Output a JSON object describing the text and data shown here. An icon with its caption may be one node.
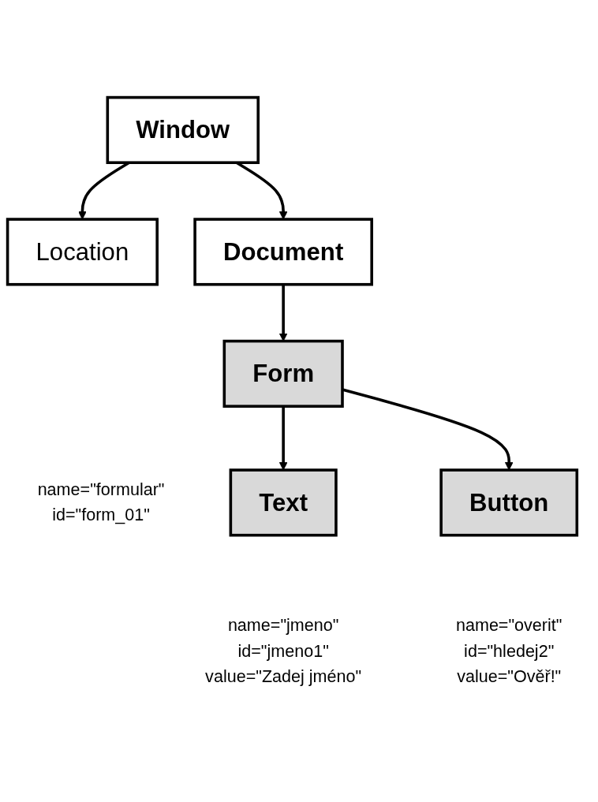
{
  "diagram": {
    "nodes": [
      {
        "text": [
          "Window"
        ]
      },
      {
        "text": [
          "Location"
        ]
      },
      {
        "text": [
          "Document"
        ]
      },
      {
        "text": [
          "Form"
        ],
        "beside": [
          "name=\"formular\"",
          "id=\"form_01\""
        ]
      },
      {
        "text": [
          "Text"
        ],
        "beside": [
          "name=\"jmeno\"",
          "id=\"jmeno1\"",
          "value=\"Zadej jméno\""
        ]
      },
      {
        "text": [
          "Button"
        ],
        "beside": [
          "name=\"overit\"",
          "id=\"hledej2\"",
          "value=\"Ověř!\""
        ]
      }
    ],
    "edges": [
      {
        "from": 0,
        "to": 1,
        "arrow": "to"
      },
      {
        "from": 0,
        "to": 2,
        "arrow": "to"
      },
      {
        "from": 2,
        "to": 3,
        "arrow": "to"
      },
      {
        "from": 3,
        "to": 4,
        "arrow": "to"
      },
      {
        "from": 3,
        "to": 5,
        "arrow": "to"
      }
    ]
  }
}
